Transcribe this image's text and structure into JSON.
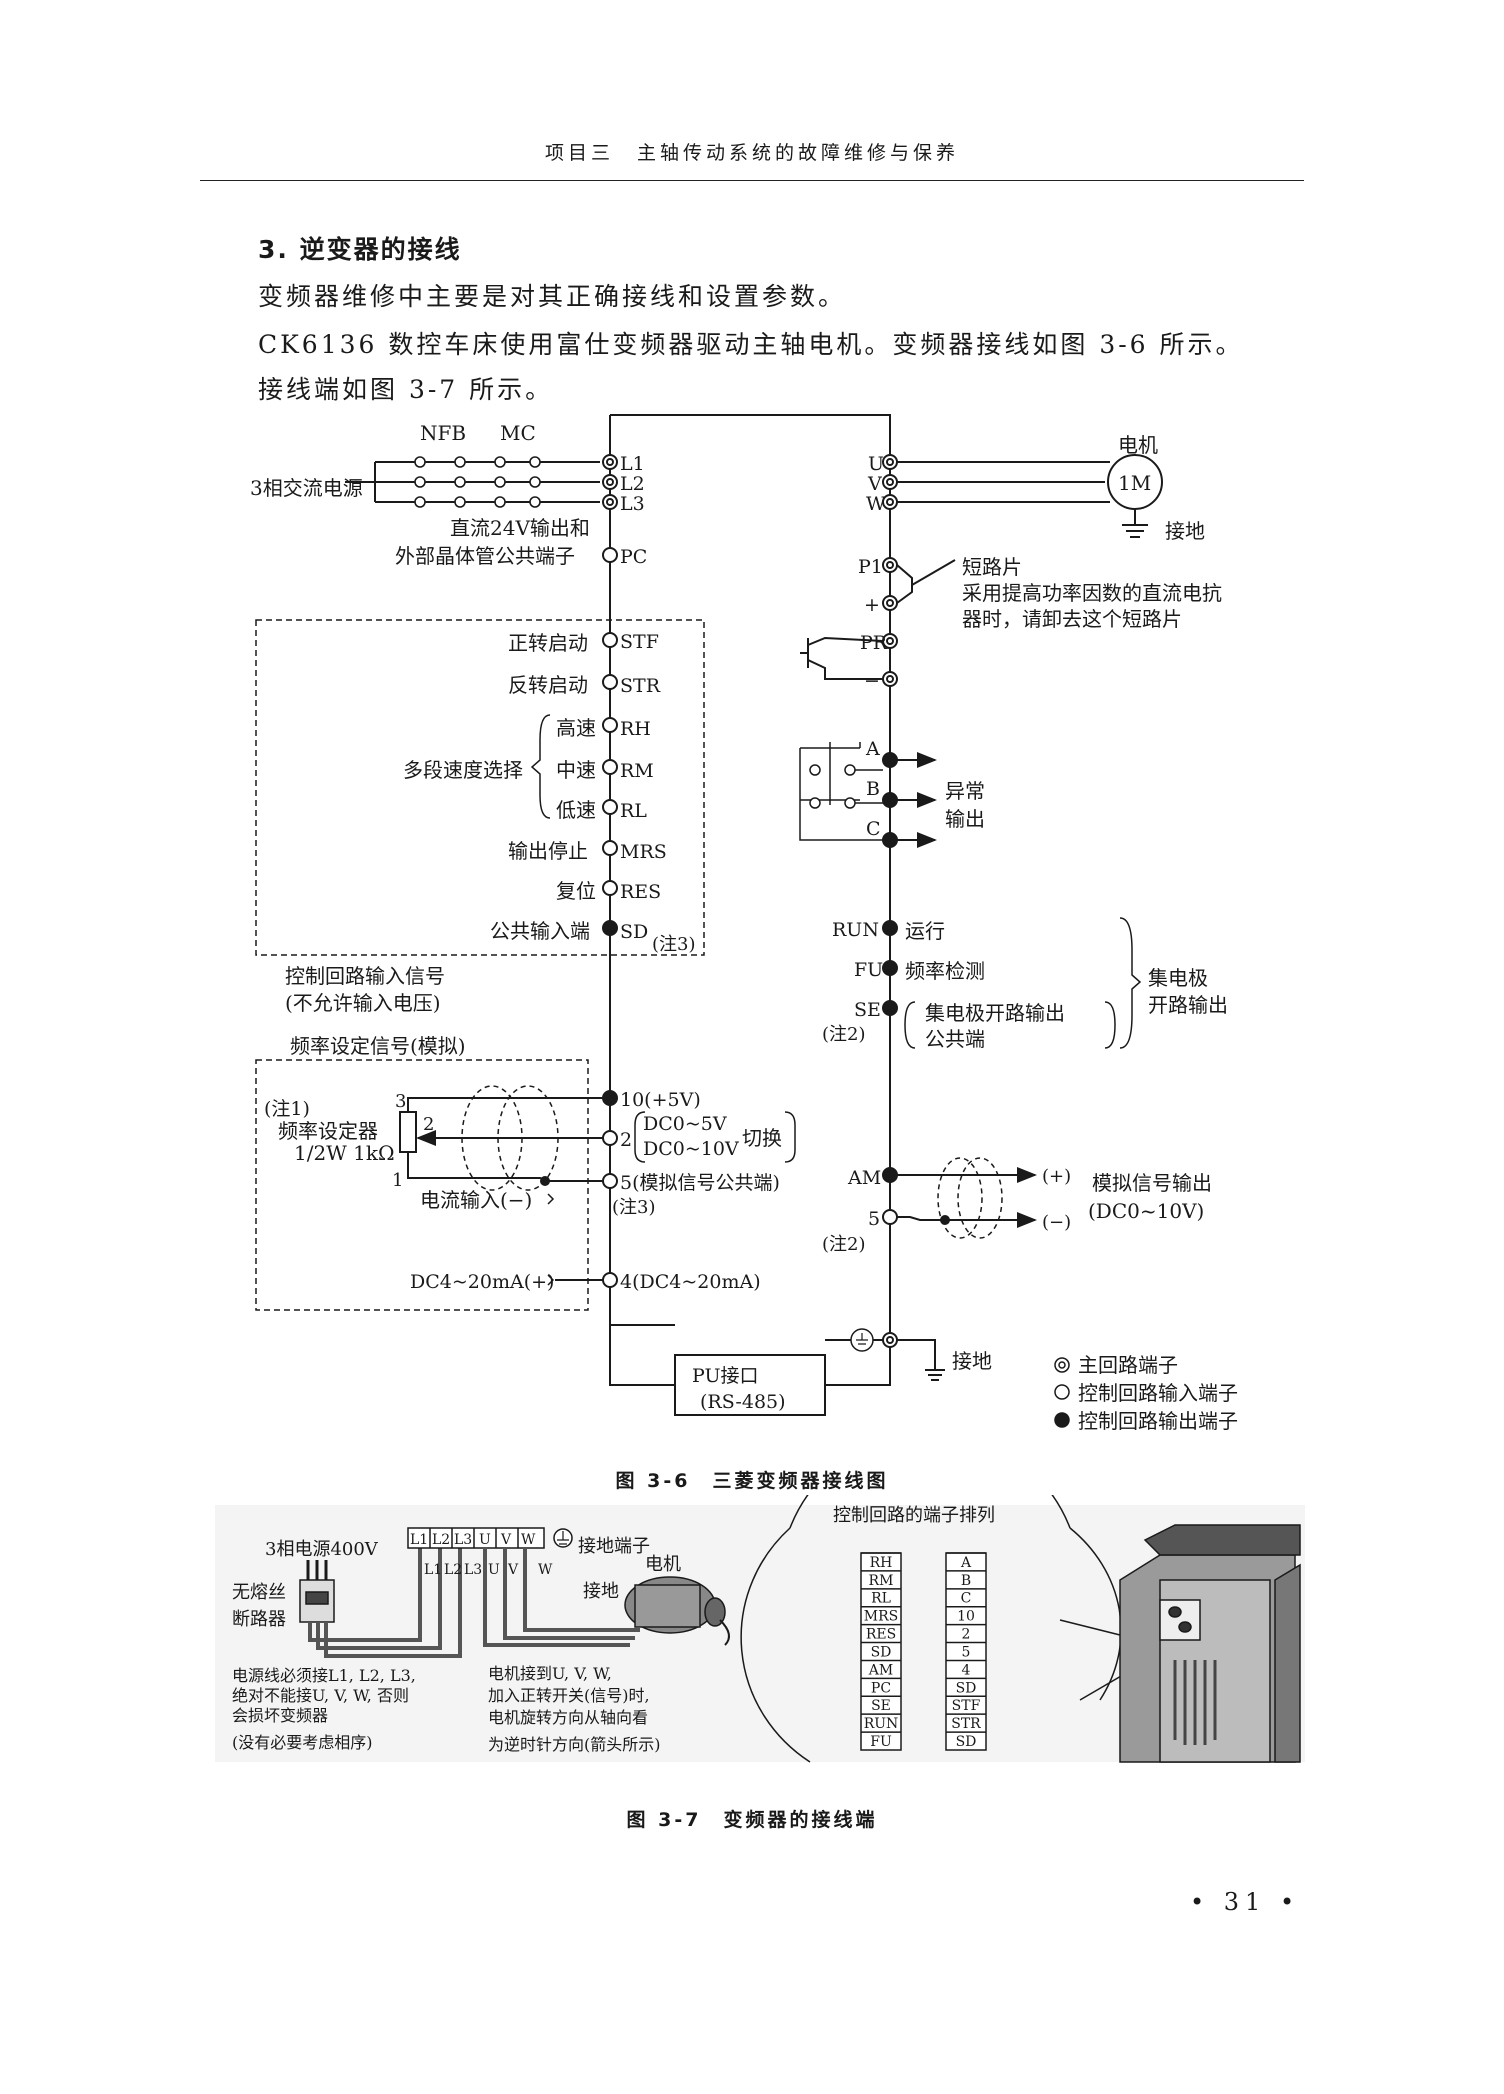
{
  "header": "项目三　主轴传动系统的故障维修与保养",
  "section_title": "3. 逆变器的接线",
  "paragraphs": [
    "变频器维修中主要是对其正确接线和设置参数。",
    "CK6136 数控车床使用富仕变频器驱动主轴电机。变频器接线如图 3-6 所示。",
    "接线端如图 3-7 所示。"
  ],
  "fig36": {
    "caption": "图 3-6　三菱变频器接线图",
    "nfb": "NFB",
    "mc": "MC",
    "power": "3相交流电源",
    "l1": "L1",
    "l2": "L2",
    "l3": "L3",
    "dc24_1": "直流24V输出和",
    "dc24_2": "外部晶体管公共端子",
    "pc": "PC",
    "u": "U",
    "v": "V",
    "w": "W",
    "motor_label": "电机",
    "motor": "1M",
    "ground": "接地",
    "p1": "P1",
    "plus": "+",
    "pr": "PR",
    "minus": "−",
    "jumper_1": "短路片",
    "jumper_2": "采用提高功率因数的直流电抗",
    "jumper_3": "器时，请卸去这个短路片",
    "inputs": [
      {
        "label": "正转启动",
        "term": "STF"
      },
      {
        "label": "反转启动",
        "term": "STR"
      },
      {
        "label": "高速",
        "term": "RH"
      },
      {
        "label": "中速",
        "term": "RM"
      },
      {
        "label": "低速",
        "term": "RL"
      },
      {
        "label": "输出停止",
        "term": "MRS"
      },
      {
        "label": "复位",
        "term": "RES"
      },
      {
        "label": "公共输入端",
        "term": "SD"
      }
    ],
    "multi_speed": "多段速度选择",
    "note3": "(注3)",
    "ctrl_in_1": "控制回路输入信号",
    "ctrl_in_2": "(不允许输入电压)",
    "freq_sig": "频率设定信号(模拟)",
    "note1": "(注1)",
    "pot_1": "频率设定器",
    "pot_2": "1/2W 1kΩ",
    "pot_t3": "3",
    "pot_t2": "2",
    "pot_t1": "1",
    "t10": "10(+5V)",
    "t2": "2",
    "dc05": "DC0~5V",
    "dc010": "DC0~10V",
    "switch": "切换",
    "t5": "5(模拟信号公共端)",
    "note3b": "(注3)",
    "current_in": "电流输入(−)",
    "dc420_in": "DC4~20mA(+)",
    "t4": "4(DC4~20mA)",
    "a": "A",
    "b": "B",
    "c": "C",
    "fault_1": "异常",
    "fault_2": "输出",
    "run": "RUN",
    "run_label": "运行",
    "fu": "FU",
    "fu_label": "频率检测",
    "se": "SE",
    "note2": "(注2)",
    "oc_common_1": "集电极开路输出",
    "oc_common_2": "公共端",
    "oc_1": "集电极",
    "oc_2": "开路输出",
    "am": "AM",
    "plus_out": "(+)",
    "minus_out": "(−)",
    "analog_out_1": "模拟信号输出",
    "analog_out_2": "(DC0~10V)",
    "t5b": "5",
    "note2b": "(注2)",
    "ground2": "接地",
    "pu_1": "PU接口",
    "pu_2": "(RS-485)",
    "legend": [
      "主回路端子",
      "控制回路输入端子",
      "控制回路输出端子"
    ]
  },
  "fig37": {
    "caption": "图 3-7　变频器的接线端",
    "power": "3相电源400V",
    "breaker_1": "无熔丝",
    "breaker_2": "断路器",
    "terms": [
      "L1",
      "L2",
      "L3",
      "U",
      "V",
      "W"
    ],
    "gnd_term": "接地端子",
    "motor": "电机",
    "ground": "接地",
    "note_left": [
      "电源线必须接L1, L2, L3,",
      "绝对不能接U, V, W, 否则",
      "会损坏变频器",
      "(没有必要考虑相序)"
    ],
    "note_mid": [
      "电机接到U, V, W,",
      "加入正转开关(信号)时,",
      "电机旋转方向从轴向看",
      "为逆时针方向(箭头所示)"
    ],
    "ctrl_title": "控制回路的端子排列",
    "col_left": [
      "RH",
      "RM",
      "RL",
      "MRS",
      "RES",
      "SD",
      "AM",
      "PC",
      "SE",
      "RUN",
      "FU"
    ],
    "col_right": [
      "A",
      "B",
      "C",
      "10",
      "2",
      "5",
      "4",
      "SD",
      "STF",
      "STR",
      "SD"
    ]
  },
  "page_number": "• 31 •"
}
